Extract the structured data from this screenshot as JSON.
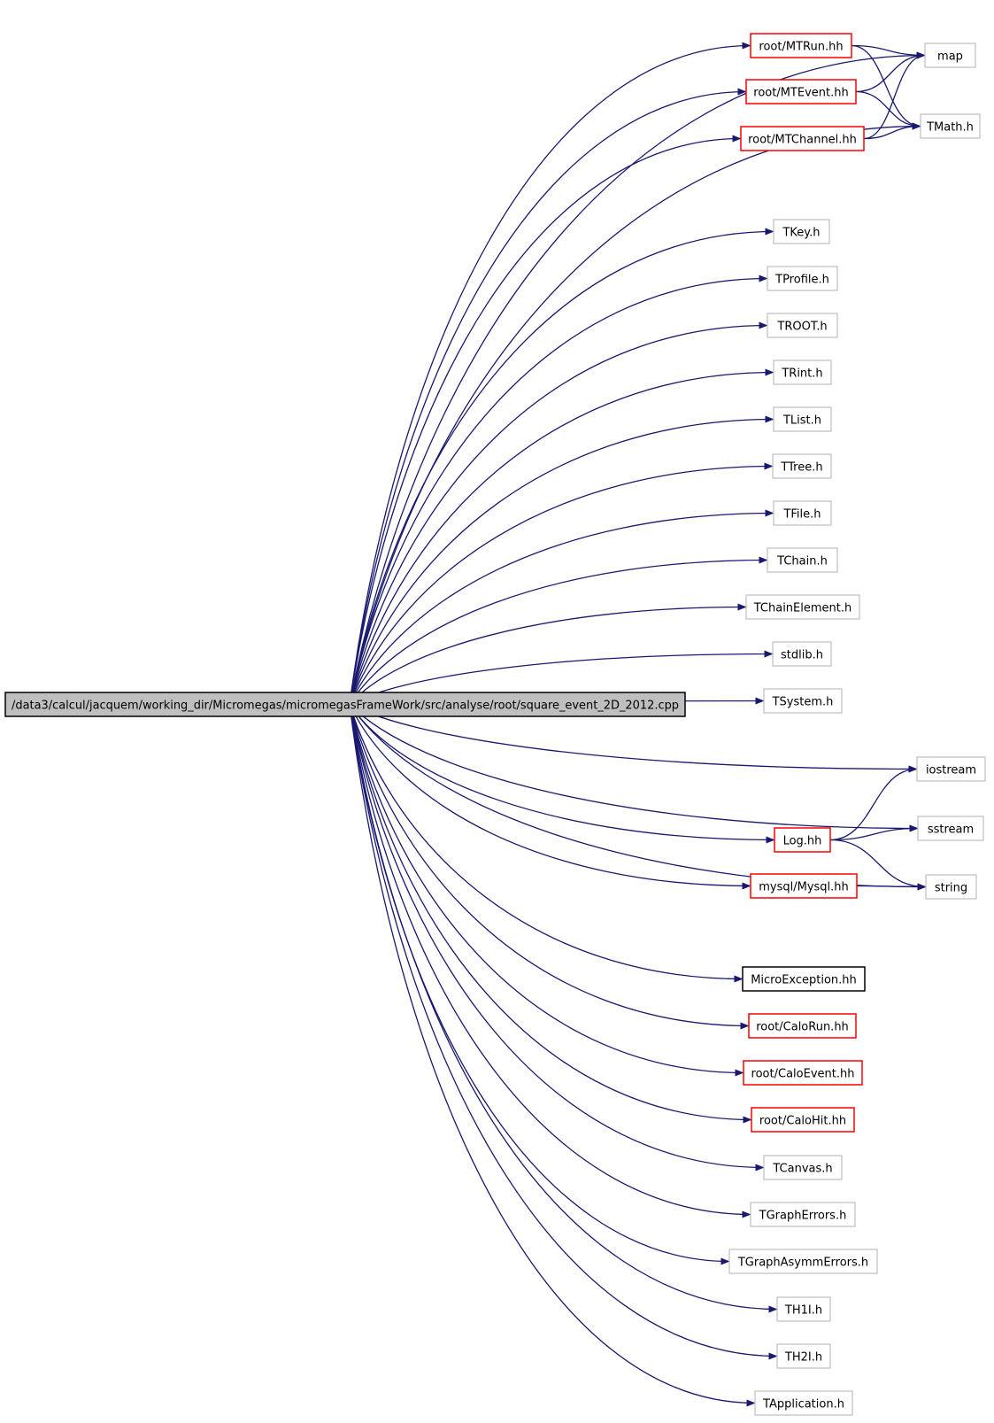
{
  "colors": {
    "edge": "#191970",
    "node_border_plain": "#bfbfbf",
    "node_border_documented": "#ff0000",
    "node_border_self": "#000000",
    "root_fill": "#bfbfbf",
    "node_fill": "#ffffff"
  },
  "root": {
    "id": "root",
    "label": "/data3/calcul/jacquem/working_dir/Micromegas/micromegasFrameWork/src/analyse/root/square_event_2D_2012.cpp"
  },
  "nodes": [
    {
      "id": "MTRun",
      "label": "root/MTRun.hh",
      "kind": "documented"
    },
    {
      "id": "MTEvent",
      "label": "root/MTEvent.hh",
      "kind": "documented"
    },
    {
      "id": "MTChannel",
      "label": "root/MTChannel.hh",
      "kind": "documented"
    },
    {
      "id": "map",
      "label": "map",
      "kind": "plain"
    },
    {
      "id": "TMath",
      "label": "TMath.h",
      "kind": "plain"
    },
    {
      "id": "TKey",
      "label": "TKey.h",
      "kind": "plain"
    },
    {
      "id": "TProfile",
      "label": "TProfile.h",
      "kind": "plain"
    },
    {
      "id": "TROOT",
      "label": "TROOT.h",
      "kind": "plain"
    },
    {
      "id": "TRint",
      "label": "TRint.h",
      "kind": "plain"
    },
    {
      "id": "TList",
      "label": "TList.h",
      "kind": "plain"
    },
    {
      "id": "TTree",
      "label": "TTree.h",
      "kind": "plain"
    },
    {
      "id": "TFile",
      "label": "TFile.h",
      "kind": "plain"
    },
    {
      "id": "TChain",
      "label": "TChain.h",
      "kind": "plain"
    },
    {
      "id": "TChainEl",
      "label": "TChainElement.h",
      "kind": "plain"
    },
    {
      "id": "stdlib",
      "label": "stdlib.h",
      "kind": "plain"
    },
    {
      "id": "TSystem",
      "label": "TSystem.h",
      "kind": "plain"
    },
    {
      "id": "iostream",
      "label": "iostream",
      "kind": "plain"
    },
    {
      "id": "sstream",
      "label": "sstream",
      "kind": "plain"
    },
    {
      "id": "Log",
      "label": "Log.hh",
      "kind": "documented"
    },
    {
      "id": "string",
      "label": "string",
      "kind": "plain"
    },
    {
      "id": "Mysql",
      "label": "mysql/Mysql.hh",
      "kind": "documented"
    },
    {
      "id": "MicroExc",
      "label": "MicroException.hh",
      "kind": "self"
    },
    {
      "id": "CaloRun",
      "label": "root/CaloRun.hh",
      "kind": "documented"
    },
    {
      "id": "CaloEvent",
      "label": "root/CaloEvent.hh",
      "kind": "documented"
    },
    {
      "id": "CaloHit",
      "label": "root/CaloHit.hh",
      "kind": "documented"
    },
    {
      "id": "TCanvas",
      "label": "TCanvas.h",
      "kind": "plain"
    },
    {
      "id": "TGraphErr",
      "label": "TGraphErrors.h",
      "kind": "plain"
    },
    {
      "id": "TGraphAsym",
      "label": "TGraphAsymmErrors.h",
      "kind": "plain"
    },
    {
      "id": "TH1I",
      "label": "TH1I.h",
      "kind": "plain"
    },
    {
      "id": "TH2I",
      "label": "TH2I.h",
      "kind": "plain"
    },
    {
      "id": "TApp",
      "label": "TApplication.h",
      "kind": "plain"
    }
  ],
  "edges": [
    [
      "root",
      "map"
    ],
    [
      "root",
      "MTRun"
    ],
    [
      "root",
      "MTEvent"
    ],
    [
      "root",
      "MTChannel"
    ],
    [
      "root",
      "TMath"
    ],
    [
      "root",
      "TKey"
    ],
    [
      "root",
      "TProfile"
    ],
    [
      "root",
      "TROOT"
    ],
    [
      "root",
      "TRint"
    ],
    [
      "root",
      "TList"
    ],
    [
      "root",
      "TTree"
    ],
    [
      "root",
      "TFile"
    ],
    [
      "root",
      "TChain"
    ],
    [
      "root",
      "TChainEl"
    ],
    [
      "root",
      "stdlib"
    ],
    [
      "root",
      "TSystem"
    ],
    [
      "root",
      "iostream"
    ],
    [
      "root",
      "sstream"
    ],
    [
      "root",
      "Log"
    ],
    [
      "root",
      "Mysql"
    ],
    [
      "root",
      "string"
    ],
    [
      "root",
      "MicroExc"
    ],
    [
      "root",
      "CaloRun"
    ],
    [
      "root",
      "CaloEvent"
    ],
    [
      "root",
      "CaloHit"
    ],
    [
      "root",
      "TCanvas"
    ],
    [
      "root",
      "TGraphErr"
    ],
    [
      "root",
      "TGraphAsym"
    ],
    [
      "root",
      "TH1I"
    ],
    [
      "root",
      "TH2I"
    ],
    [
      "root",
      "TApp"
    ],
    [
      "MTRun",
      "map"
    ],
    [
      "MTRun",
      "TMath"
    ],
    [
      "MTEvent",
      "map"
    ],
    [
      "MTEvent",
      "TMath"
    ],
    [
      "MTChannel",
      "map"
    ],
    [
      "MTChannel",
      "TMath"
    ],
    [
      "Log",
      "iostream"
    ],
    [
      "Log",
      "sstream"
    ],
    [
      "Log",
      "string"
    ],
    [
      "Mysql",
      "string"
    ]
  ]
}
